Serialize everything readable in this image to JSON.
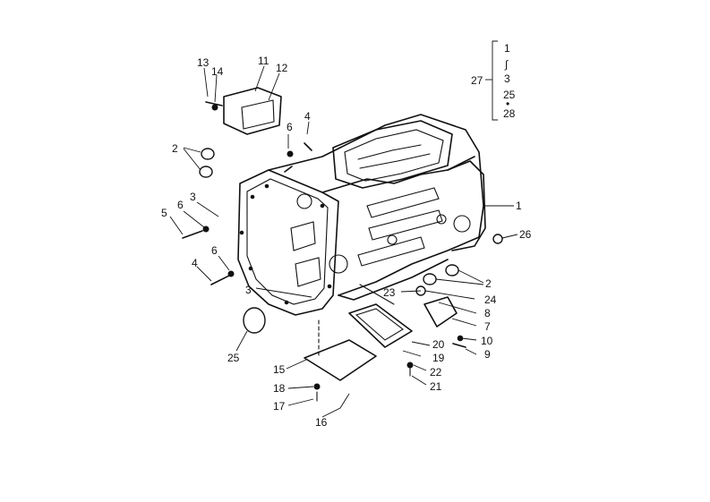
{
  "group": {
    "label": "27",
    "items": [
      "1",
      "∫",
      "3",
      "25",
      "•",
      "28"
    ]
  },
  "callouts": [
    "1",
    "2",
    "2",
    "3",
    "3",
    "3",
    "4",
    "4",
    "5",
    "6",
    "6",
    "6",
    "7",
    "8",
    "9",
    "10",
    "11",
    "12",
    "13",
    "14",
    "15",
    "16",
    "17",
    "18",
    "19",
    "20",
    "21",
    "22",
    "23",
    "24",
    "25",
    "26"
  ]
}
